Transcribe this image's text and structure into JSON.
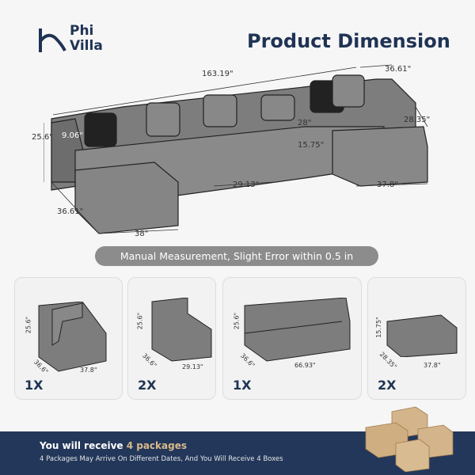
{
  "brand": {
    "name_line1": "Phi",
    "name_line2": "Villa"
  },
  "title": "Product Dimension",
  "main_dimensions": {
    "total_length": "163.19\"",
    "depth_right": "36.61\"",
    "ottoman_depth": "28.35\"",
    "height": "25.6\"",
    "arm_width": "9.06\"",
    "seat_depth": "28\"",
    "seat_height": "15.75\"",
    "armless_width": "29.13\"",
    "ottoman_width": "37.8\"",
    "depth_left": "36.61\"",
    "chaise_width": "38\""
  },
  "note": "Manual Measurement, Slight Error within 0.5 in",
  "pieces": [
    {
      "quantity": "1X",
      "height": "25.6\"",
      "depth": "36.6\"",
      "width": "37.8\""
    },
    {
      "quantity": "2X",
      "height": "25.6\"",
      "depth": "36.6\"",
      "width": "29.13\""
    },
    {
      "quantity": "1X",
      "height": "25.6\"",
      "depth": "36.6\"",
      "width": "66.93\""
    },
    {
      "quantity": "2X",
      "height": "15.75\"",
      "depth": "28.35\"",
      "width": "37.8\""
    }
  ],
  "banner": {
    "title_prefix": "You will receive ",
    "title_highlight": "4 packages",
    "subtitle": "4 Packages May Arrive On Different Dates, And You Will Receive 4 Boxes"
  },
  "colors": {
    "navy": "#22375a",
    "accent": "#d9b98a",
    "fabric": "#7a7a7a",
    "piping": "#222222"
  }
}
